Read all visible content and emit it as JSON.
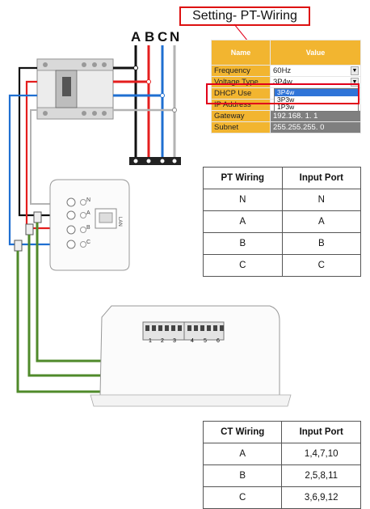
{
  "callout": {
    "label": "Setting- PT-Wiring"
  },
  "phases": [
    "A",
    "B",
    "C",
    "N"
  ],
  "settings": {
    "header": {
      "name": "Name",
      "value": "Value"
    },
    "rows": [
      {
        "name": "Frequency",
        "value": "60Hz"
      },
      {
        "name": "Voltage Type",
        "value": "3P4w"
      },
      {
        "name": "DHCP Use",
        "value": ""
      },
      {
        "name": "IP Address",
        "value": ""
      },
      {
        "name": "Gateway",
        "value": "192.168.  1.  1"
      },
      {
        "name": "Subnet",
        "value": "255.255.255.  0"
      }
    ],
    "dropdown_options": [
      "3P4w",
      "3P3w",
      "1P3w"
    ]
  },
  "meter": {
    "terminal_labels": [
      "N",
      "A",
      "B",
      "C"
    ],
    "lan_label": "LAN"
  },
  "ct_terminals": [
    "1",
    "2",
    "3",
    "4",
    "5",
    "6"
  ],
  "pt_table": {
    "headers": [
      "PT Wiring",
      "Input Port"
    ],
    "rows": [
      [
        "N",
        "N"
      ],
      [
        "A",
        "A"
      ],
      [
        "B",
        "B"
      ],
      [
        "C",
        "C"
      ]
    ]
  },
  "ct_table": {
    "headers": [
      "CT Wiring",
      "Input Port"
    ],
    "rows": [
      [
        "A",
        "1,4,7,10"
      ],
      [
        "B",
        "2,5,8,11"
      ],
      [
        "C",
        "3,6,9,12"
      ]
    ]
  },
  "colors": {
    "black": "#111111",
    "red": "#e41e1e",
    "blue": "#1f6fd1",
    "gray": "#b3b3b3",
    "green": "#4f8a2a",
    "accent": "#f2b530"
  }
}
